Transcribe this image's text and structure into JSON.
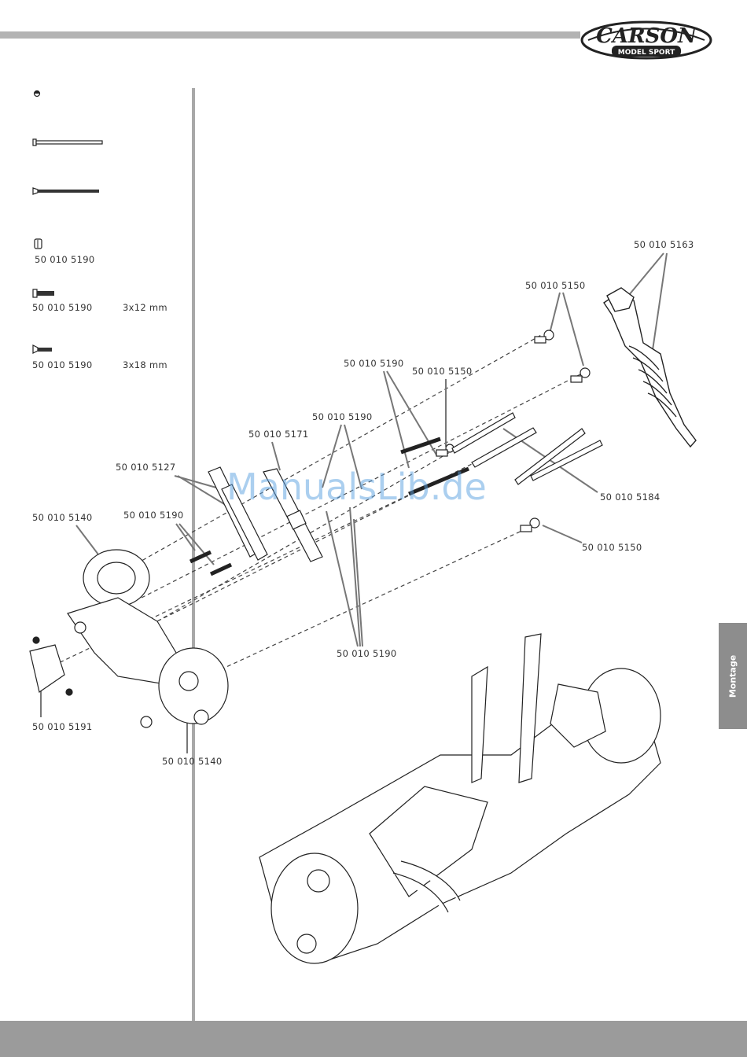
{
  "header": {
    "logo_main": "CARSON",
    "logo_sub": "MODEL SPORT"
  },
  "side_tab": {
    "label": "Montage"
  },
  "parts_list": [
    {
      "number": "50 010 5190",
      "size": ""
    },
    {
      "number": "50 010 5190",
      "size": "3x12 mm"
    },
    {
      "number": "50 010 5190",
      "size": "3x18 mm"
    }
  ],
  "callouts": {
    "shock": "50 010 5163",
    "ball_top": "50 010 5150",
    "screw_a": "50 010 5190",
    "ball_mid": "50 010 5150",
    "screw_b": "50 010 5190",
    "mount": "50 010 5171",
    "posts": "50 010 5127",
    "hub_top": "50 010 5140",
    "screw_c": "50 010 5190",
    "pins": "50 010 5184",
    "ball_low": "50 010 5150",
    "screw_d": "50 010 5190",
    "clamp": "50 010 5191",
    "hub_bottom": "50 010 5140"
  },
  "watermark": "ManualsLib.de"
}
